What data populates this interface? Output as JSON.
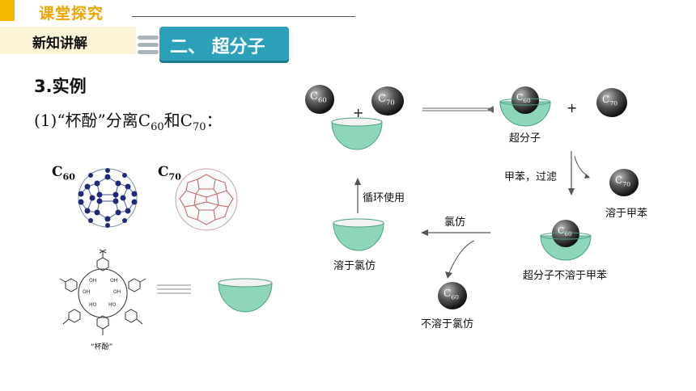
{
  "header": {
    "title": "课堂探究",
    "subtitle": "新知讲解",
    "section": "二、 超分子"
  },
  "content": {
    "heading": "3.实例",
    "line1_prefix": "(1)“杯酚”分离C",
    "line1_sub1": "60",
    "line1_mid": "和C",
    "line1_sub2": "70",
    "line1_suffix": "："
  },
  "left_figure": {
    "c60_main": "C",
    "c60_sub": "60",
    "c70_main": "C",
    "c70_sub": "70",
    "oh": "OH",
    "ho": "HO",
    "calix_caption": "“杯酚”"
  },
  "diagram": {
    "ball_c60_main": "C",
    "ball_c60_sub": "60",
    "ball_c70_main": "C",
    "ball_c70_sub": "70",
    "plus": "+",
    "supramolecule": "超分子",
    "toluene_filter": "甲苯，过滤",
    "dissolve_toluene": "溶于甲苯",
    "insoluble_toluene": "超分子不溶于甲苯",
    "chloroform": "氯仿",
    "dissolve_chloroform": "溶于氯仿",
    "insoluble_chloroform": "不溶于氯仿",
    "recycle": "循环使用"
  },
  "colors": {
    "accent": "#f5b800",
    "tag": "#2ca0b8",
    "bowl": "#8ed6b9",
    "ball": "#333333"
  }
}
